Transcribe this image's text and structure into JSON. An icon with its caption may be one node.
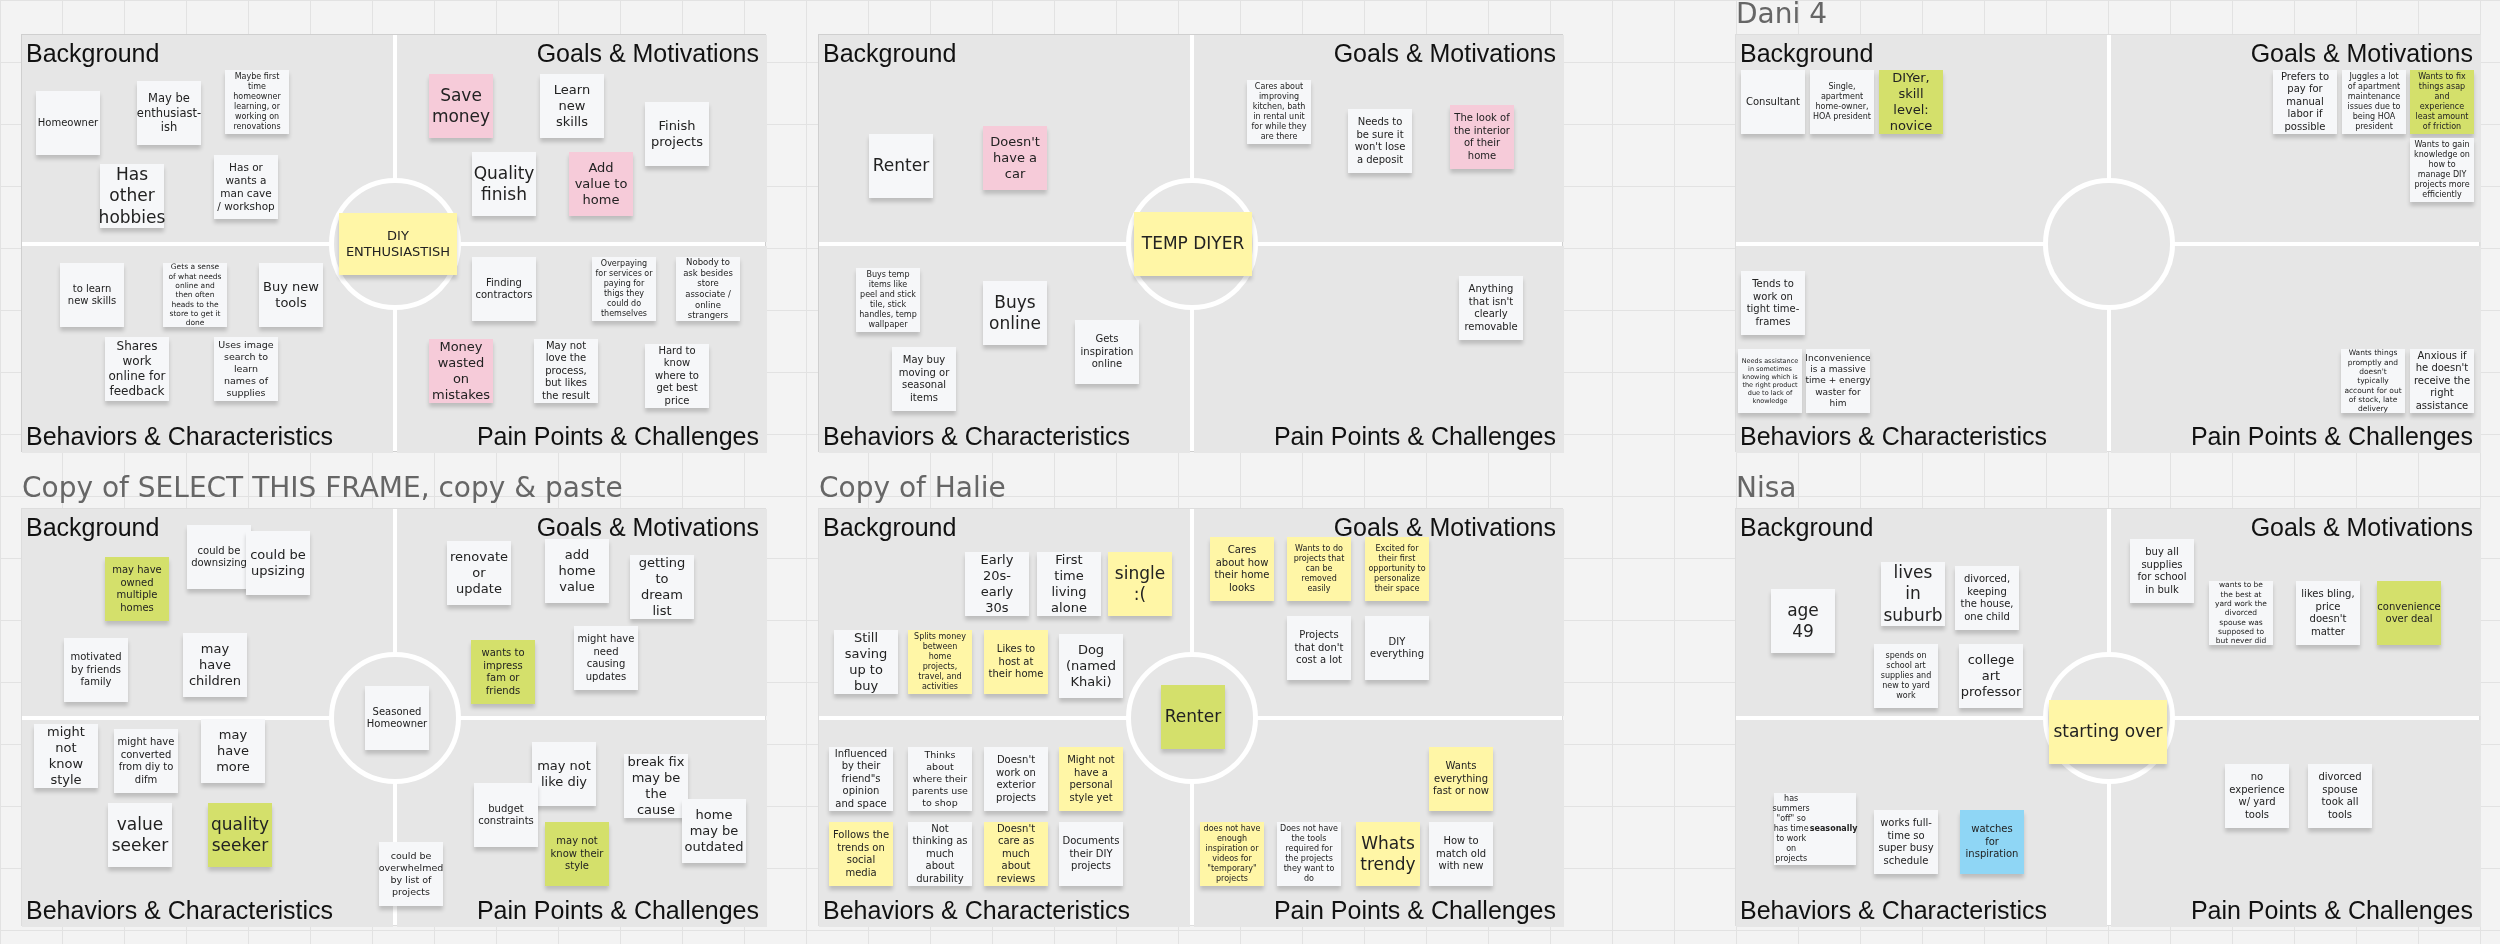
{
  "diagram": {
    "nodes": [
      {
        "text": [],
        "shape": "box"
      },
      {
        "text": [
          "Background"
        ],
        "in": 0
      },
      {
        "text": [
          "Homeowner"
        ],
        "in": 1
      },
      {
        "text": [
          "May be enthusiast-ish"
        ],
        "in": 1
      },
      {
        "text": [
          "Maybe first time homeowner learning, or working on renovations"
        ],
        "in": 1
      },
      {
        "text": [
          "Has other hobbies"
        ],
        "in": 1
      },
      {
        "text": [
          "Has or wants a man cave / workshop"
        ],
        "in": 1
      },
      {
        "text": [
          "Goals & Motivations"
        ],
        "in": 0
      },
      {
        "text": [
          "Save money"
        ],
        "in": 7
      },
      {
        "text": [
          "Learn new skills"
        ],
        "in": 7
      },
      {
        "text": [
          "Finish projects"
        ],
        "in": 7
      },
      {
        "text": [
          "Quality finish"
        ],
        "in": 7
      },
      {
        "text": [
          "Add value to home"
        ],
        "in": 7
      },
      {
        "text": [],
        "shape": "circle",
        "in": 0
      },
      {
        "text": [
          "DIY ENTHUSIASTISH"
        ],
        "in": 13
      },
      {
        "text": [
          "Behaviors & Characteristics"
        ],
        "in": 0
      },
      {
        "text": [
          "to learn new skills"
        ],
        "in": 15
      },
      {
        "text": [
          "Gets a sense of what needs online and then often heads to the store to get it done"
        ],
        "in": 15
      },
      {
        "text": [
          "Buy new tools"
        ],
        "in": 15
      },
      {
        "text": [
          "Shares work online for feedback"
        ],
        "in": 15
      },
      {
        "text": [
          "Uses image search to learn names of supplies"
        ],
        "in": 15
      },
      {
        "text": [
          "Pain Points & Challenges"
        ],
        "in": 0
      },
      {
        "text": [
          "Finding contractors"
        ],
        "in": 21
      },
      {
        "text": [
          "Overpaying for services or paying for thigs they could do themselves"
        ],
        "in": 21
      },
      {
        "text": [
          "Nobody to ask besides store associate / online strangers"
        ],
        "in": 21
      },
      {
        "text": [
          "Money wasted on mistakes"
        ],
        "in": 21
      },
      {
        "text": [
          "May not love the process, but likes the result"
        ],
        "in": 21
      },
      {
        "text": [
          "Hard to know where to get best price"
        ],
        "in": 21
      },
      {
        "text": [],
        "shape": "box"
      },
      {
        "text": [
          "Background"
        ],
        "in": 28
      },
      {
        "text": [
          "Renter"
        ],
        "in": 29
      },
      {
        "text": [
          "Doesn't have a car"
        ],
        "in": 29
      },
      {
        "text": [
          "Goals & Motivations"
        ],
        "in": 28
      },
      {
        "text": [
          "Cares about improving kitchen, bath in rental unit for while they are there"
        ],
        "in": 32
      },
      {
        "text": [
          "Needs to be sure it won't lose a deposit"
        ],
        "in": 32
      },
      {
        "text": [
          "The look of the interior of their home"
        ],
        "in": 32
      },
      {
        "text": [],
        "shape": "circle",
        "in": 28
      },
      {
        "text": [
          "TEMP DIYER"
        ],
        "in": 36
      },
      {
        "text": [
          "Behaviors & Characteristics"
        ],
        "in": 28
      },
      {
        "text": [
          "Buys temp items like peel and stick tile, stick handles, temp wallpaper"
        ],
        "in": 38
      },
      {
        "text": [
          "Buys online"
        ],
        "in": 38
      },
      {
        "text": [
          "Gets inspiration online"
        ],
        "in": 38
      },
      {
        "text": [
          "May buy moving or seasonal items"
        ],
        "in": 38
      },
      {
        "text": [
          "Pain Points & Challenges"
        ],
        "in": 28
      },
      {
        "text": [
          "Anything that isn't clearly removable"
        ],
        "in": 43
      },
      {
        "text": [
          "Dani 4"
        ]
      },
      {
        "text": [
          "Background"
        ],
        "in": 45
      },
      {
        "text": [
          "Consultant"
        ],
        "in": 46
      },
      {
        "text": [
          "Single, apartment home-owner, HOA president"
        ],
        "in": 46
      },
      {
        "text": [
          "DIYer, skill level: novice"
        ],
        "in": 46
      },
      {
        "text": [
          "Goals & Motivations"
        ],
        "in": 45
      },
      {
        "text": [
          "Prefers to pay for manual labor if possible"
        ],
        "in": 50
      },
      {
        "text": [
          "Juggles a lot of apartment maintenance issues due to being HOA president"
        ],
        "in": 50
      },
      {
        "text": [
          "Wants to fix things asap and experience least amount of friction"
        ],
        "in": 50
      },
      {
        "text": [
          "Wants to gain knowledge on how to manage DIY projects more efficiently"
        ],
        "in": 50
      },
      {
        "text": [],
        "shape": "circle",
        "in": 45
      },
      {
        "text": [
          "Behaviors & Characteristics"
        ],
        "in": 45
      },
      {
        "text": [
          "Tends to work on tight time-frames"
        ],
        "in": 56
      },
      {
        "text": [
          "Needs assistance in sometimes knowing which is the right product due to lack of knowledge"
        ],
        "in": 56
      },
      {
        "text": [
          "Inconvenience is a massive time + energy waster for him"
        ],
        "in": 56
      },
      {
        "text": [
          "Pain Points & Challenges"
        ],
        "in": 45
      },
      {
        "text": [
          "Wants things promptly and doesn't typically account for out of stock, late delivery"
        ],
        "in": 60
      },
      {
        "text": [
          "Anxious if he doesn't receive the right assistance"
        ],
        "in": 60
      },
      {
        "text": [
          "Copy of SELECT THIS FRAME, copy & paste"
        ]
      },
      {
        "text": [
          "Background"
        ],
        "in": 63
      },
      {
        "text": [
          "may have owned multiple homes"
        ],
        "in": 64
      },
      {
        "text": [
          "could be downsizing"
        ],
        "in": 64
      },
      {
        "text": [
          "could be upsizing"
        ],
        "in": 64
      },
      {
        "text": [
          "motivated by friends family"
        ],
        "in": 64
      },
      {
        "text": [
          "may have children"
        ],
        "in": 64
      },
      {
        "text": [
          "Goals & Motivations"
        ],
        "in": 63
      },
      {
        "text": [
          "renovate or update"
        ],
        "in": 70
      },
      {
        "text": [
          "add home value"
        ],
        "in": 70
      },
      {
        "text": [
          "getting to dream list"
        ],
        "in": 70
      },
      {
        "text": [
          "wants to impress fam or friends"
        ],
        "in": 70
      },
      {
        "text": [
          "might have need causing updates"
        ],
        "in": 70
      },
      {
        "text": [],
        "shape": "circle",
        "in": 63
      },
      {
        "text": [
          "Seasoned Homeowner"
        ],
        "in": 76
      },
      {
        "text": [
          "Behaviors & Characteristics"
        ],
        "in": 63
      },
      {
        "text": [
          "might not know style"
        ],
        "in": 78
      },
      {
        "text": [
          "might have converted from diy to difm"
        ],
        "in": 78
      },
      {
        "text": [
          "may have more"
        ],
        "in": 78
      },
      {
        "text": [
          "value seeker"
        ],
        "in": 78
      },
      {
        "text": [
          "quality seeker"
        ],
        "in": 78
      },
      {
        "text": [
          "Pain Points & Challenges"
        ],
        "in": 63
      },
      {
        "text": [
          "may not like diy"
        ],
        "in": 84
      },
      {
        "text": [
          "budget constraints"
        ],
        "in": 84
      },
      {
        "text": [
          "break fix may be the cause"
        ],
        "in": 84
      },
      {
        "text": [
          "home may be outdated"
        ],
        "in": 84
      },
      {
        "text": [
          "may not know their style"
        ],
        "in": 84
      },
      {
        "text": [
          "could be overwhelmed by list of projects"
        ],
        "in": 63
      },
      {
        "text": [
          "Copy of Halie"
        ]
      },
      {
        "text": [
          "Background"
        ],
        "in": 91
      },
      {
        "text": [
          "Early 20s-early 30s"
        ],
        "in": 92
      },
      {
        "text": [
          "First time living alone"
        ],
        "in": 92
      },
      {
        "text": [
          "single :("
        ],
        "in": 92
      },
      {
        "text": [
          "Still saving up to buy"
        ],
        "in": 92
      },
      {
        "text": [
          "Splits money between home projects, travel, and activities"
        ],
        "in": 92
      },
      {
        "text": [
          "Likes to host at their home"
        ],
        "in": 92
      },
      {
        "text": [
          "Dog (named Khaki)"
        ],
        "in": 92
      },
      {
        "text": [
          "Goals & Motivations"
        ],
        "in": 91
      },
      {
        "text": [
          "Cares about how their home looks"
        ],
        "in": 100
      },
      {
        "text": [
          "Wants to do projects that can be removed easily"
        ],
        "in": 100
      },
      {
        "text": [
          "Excited for their first opportunity to personalize their space"
        ],
        "in": 100
      },
      {
        "text": [
          "Projects that don't cost a lot"
        ],
        "in": 100
      },
      {
        "text": [
          "DIY everything"
        ],
        "in": 100
      },
      {
        "text": [],
        "shape": "circle",
        "in": 91
      },
      {
        "text": [
          "Renter"
        ],
        "in": 106
      },
      {
        "text": [
          "Behaviors & Characteristics"
        ],
        "in": 91
      },
      {
        "text": [
          "Influenced by their friend\"s opinion and space"
        ],
        "in": 108
      },
      {
        "text": [
          "Thinks about where their parents use to shop"
        ],
        "in": 108
      },
      {
        "text": [
          "Doesn't work on exterior projects"
        ],
        "in": 108
      },
      {
        "text": [
          "Might not have a personal style yet"
        ],
        "in": 108
      },
      {
        "text": [
          "Follows the trends on social media"
        ],
        "in": 108
      },
      {
        "text": [
          "Not thinking as much about durability"
        ],
        "in": 108
      },
      {
        "text": [
          "Doesn't care as much about reviews"
        ],
        "in": 108
      },
      {
        "text": [
          "Documents their DIY projects"
        ],
        "in": 108
      },
      {
        "text": [
          "Pain Points & Challenges"
        ],
        "in": 91
      },
      {
        "text": [
          "Wants everything fast or now"
        ],
        "in": 117
      },
      {
        "text": [
          "does not have enough inspiration or videos for \"temporary\" projects"
        ],
        "in": 117
      },
      {
        "text": [
          "Does not have the tools required for the projects they want to do"
        ],
        "in": 117
      },
      {
        "text": [
          "Whats trendy"
        ],
        "in": 117
      },
      {
        "text": [
          "How to match old with new"
        ],
        "in": 117
      },
      {
        "text": [
          "Nisa"
        ]
      },
      {
        "text": [
          "Background"
        ],
        "in": 123
      },
      {
        "text": [
          "age 49"
        ],
        "in": 124
      },
      {
        "text": [
          "lives in suburb"
        ],
        "in": 124
      },
      {
        "text": [
          "divorced, keeping the house, one child"
        ],
        "in": 124
      },
      {
        "text": [
          "spends on school art supplies and new to yard work"
        ],
        "in": 124
      },
      {
        "text": [
          "college art professor"
        ],
        "in": 124
      },
      {
        "text": [
          "Goals & Motivations"
        ],
        "in": 123
      },
      {
        "text": [
          "buy all supplies for school in bulk"
        ],
        "in": 130
      },
      {
        "text": [
          "wants to be the best at yard work the divorced spouse was supposed to but never did"
        ],
        "in": 130
      },
      {
        "text": [
          "likes bling, price doesn't matter"
        ],
        "in": 130
      },
      {
        "text": [
          "convenience over deal"
        ],
        "in": 130
      },
      {
        "text": [],
        "shape": "circle",
        "in": 123
      },
      {
        "text": [
          "starting over"
        ],
        "in": 135
      },
      {
        "text": [
          "Behaviors & Characteristics"
        ],
        "in": 123
      },
      {
        "text": [
          "has summers \"off\" so has time to work on projects **seasonally**"
        ],
        "in": 137
      },
      {
        "text": [
          "works full-time so super busy schedule"
        ],
        "in": 137
      },
      {
        "text": [
          "watches for inspiration"
        ],
        "in": 137
      },
      {
        "text": [
          "Pain Points & Challenges"
        ],
        "in": 123
      },
      {
        "text": [
          "no experience w/ yard tools"
        ],
        "in": 141
      },
      {
        "text": [
          "divorced spouse took all tools"
        ],
        "in": 141
      }
    ]
  }
}
